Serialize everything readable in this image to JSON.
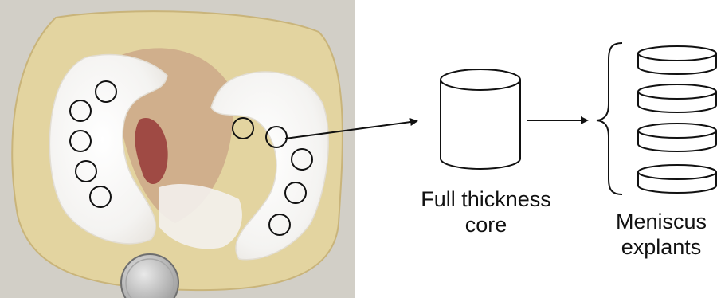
{
  "core_label": [
    "Full thickness",
    "core"
  ],
  "explant_label": [
    "Meniscus",
    "explants"
  ],
  "colors": {
    "background": "#ffffff",
    "photo_background": "#d2cfc7",
    "cartilage": "#f4f3f1",
    "tissue": "#e3d4a0",
    "blood": "#8a1f25",
    "ink": "#111111"
  },
  "icons": [
    "coin-icon",
    "sample-circle-icon",
    "cylinder-icon",
    "disc-icon",
    "arrow-icon",
    "brace-icon"
  ]
}
